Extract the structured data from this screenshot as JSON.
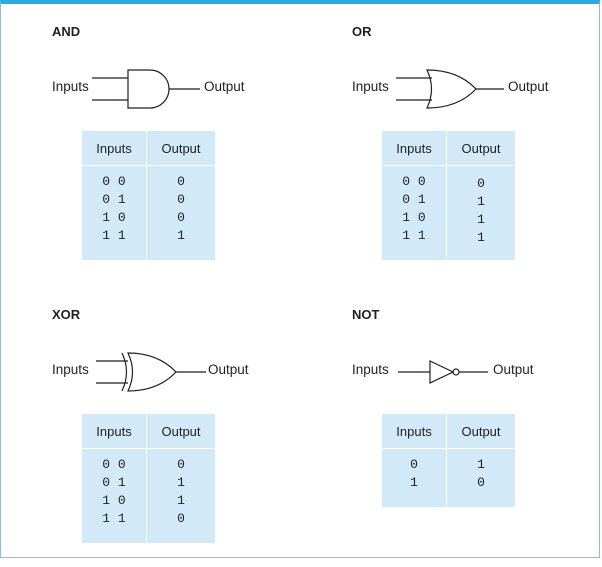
{
  "gates": [
    {
      "title": "AND",
      "input_label": "Inputs",
      "output_label": "Output",
      "table_headers": [
        "Inputs",
        "Output"
      ],
      "inputs": [
        "0 0",
        "0 1",
        "1 0",
        "1 1"
      ],
      "outputs": [
        "0",
        "0",
        "0",
        "1"
      ]
    },
    {
      "title": "OR",
      "input_label": "Inputs",
      "output_label": "Output",
      "table_headers": [
        "Inputs",
        "Output"
      ],
      "inputs": [
        "0 0",
        "0 1",
        "1 0",
        "1 1"
      ],
      "outputs": [
        "0",
        "1",
        "1",
        "1"
      ]
    },
    {
      "title": "XOR",
      "input_label": "Inputs",
      "output_label": "Output",
      "table_headers": [
        "Inputs",
        "Output"
      ],
      "inputs": [
        "0 0",
        "0 1",
        "1 0",
        "1 1"
      ],
      "outputs": [
        "0",
        "1",
        "1",
        "0"
      ]
    },
    {
      "title": "NOT",
      "input_label": "Inputs",
      "output_label": "Output",
      "table_headers": [
        "Inputs",
        "Output"
      ],
      "inputs": [
        "0",
        "1"
      ],
      "outputs": [
        "1",
        "0"
      ]
    }
  ]
}
